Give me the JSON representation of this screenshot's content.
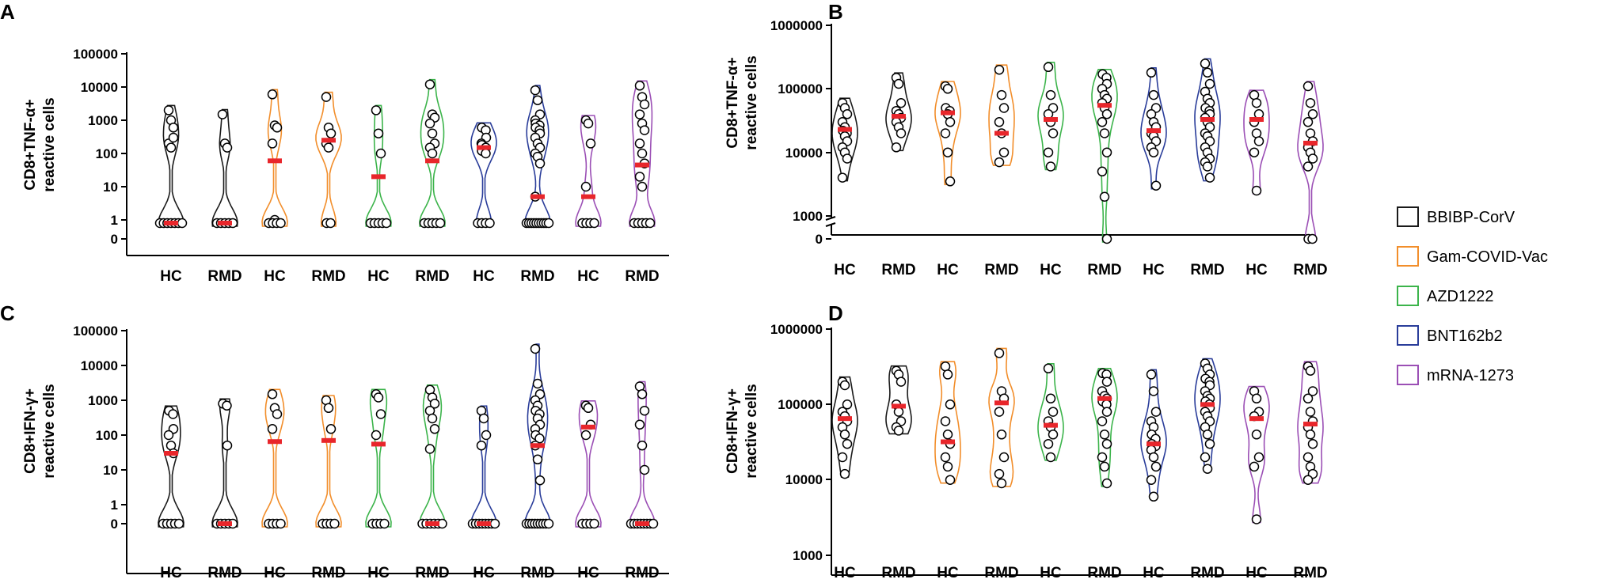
{
  "legend": {
    "items": [
      {
        "label": "BBIBP-CorV",
        "color": "#1a1a1a"
      },
      {
        "label": "Gam-COVID-Vac",
        "color": "#f28e2b"
      },
      {
        "label": "AZD1222",
        "color": "#3cb44b"
      },
      {
        "label": "BNT162b2",
        "color": "#2a3d9a"
      },
      {
        "label": "mRNA-1273",
        "color": "#9b4fb5"
      }
    ]
  },
  "chart_data": [
    {
      "type": "violin",
      "panel": "A",
      "ylabel": "CD8+TNF-α+\nreactive cells",
      "yscale": "log",
      "yticks": [
        "100000",
        "10000",
        "1000",
        "100",
        "10",
        "1",
        "0"
      ],
      "categories": [
        "HC",
        "RMD"
      ],
      "groups": [
        {
          "vaccine": "BBIBP-CorV",
          "HC": {
            "median": 0.1,
            "points": [
              2000,
              1000,
              600,
              200,
              150,
              300,
              0,
              0,
              0,
              0,
              0,
              0,
              0
            ]
          },
          "RMD": {
            "median": 0.1,
            "points": [
              1500,
              200,
              150,
              0,
              0,
              0,
              0,
              0
            ]
          }
        },
        {
          "vaccine": "Gam-COVID-Vac",
          "HC": {
            "median": 60,
            "points": [
              6000,
              700,
              600,
              200,
              1,
              0,
              0,
              0,
              0
            ]
          },
          "RMD": {
            "median": 250,
            "points": [
              5000,
              600,
              400,
              200,
              150,
              0,
              0
            ]
          }
        },
        {
          "vaccine": "AZD1222",
          "HC": {
            "median": 20,
            "points": [
              2000,
              400,
              100,
              0,
              0,
              0,
              0,
              0
            ]
          },
          "RMD": {
            "median": 60,
            "points": [
              12000,
              1500,
              1200,
              800,
              400,
              200,
              150,
              100,
              0,
              0,
              0,
              0,
              0
            ]
          }
        },
        {
          "vaccine": "BNT162b2",
          "HC": {
            "median": 150,
            "points": [
              600,
              500,
              300,
              200,
              180,
              150,
              120,
              100,
              0,
              0,
              0,
              0
            ]
          },
          "RMD": {
            "median": 5,
            "points": [
              8000,
              4000,
              1500,
              1000,
              800,
              700,
              600,
              500,
              400,
              300,
              200,
              150,
              100,
              80,
              50,
              5,
              0,
              0,
              0,
              0,
              0,
              0,
              0,
              0,
              0,
              0
            ]
          }
        },
        {
          "vaccine": "mRNA-1273",
          "HC": {
            "median": 5,
            "points": [
              1000,
              800,
              200,
              10,
              0,
              0,
              0,
              0
            ]
          },
          "RMD": {
            "median": 45,
            "points": [
              11000,
              5000,
              3000,
              1500,
              800,
              500,
              200,
              100,
              50,
              20,
              10,
              0,
              0,
              0,
              0,
              0
            ]
          }
        }
      ]
    },
    {
      "type": "violin",
      "panel": "B",
      "ylabel": "CD8+TNF-α+\nreactive cells",
      "yscale": "log",
      "yticks": [
        "1000000",
        "100000",
        "10000",
        "1000",
        "0"
      ],
      "categories": [
        "HC",
        "RMD"
      ],
      "groups": [
        {
          "vaccine": "BBIBP-CorV",
          "HC": {
            "median": 23000,
            "points": [
              60000,
              50000,
              40000,
              30000,
              25000,
              22000,
              20000,
              18000,
              15000,
              12000,
              10000,
              8000,
              4000
            ]
          },
          "RMD": {
            "median": 37000,
            "points": [
              150000,
              120000,
              60000,
              45000,
              40000,
              35000,
              30000,
              25000,
              20000,
              12000
            ]
          }
        },
        {
          "vaccine": "Gam-COVID-Vac",
          "HC": {
            "median": 42000,
            "points": [
              110000,
              100000,
              50000,
              45000,
              40000,
              30000,
              20000,
              10000,
              3500
            ]
          },
          "RMD": {
            "median": 20000,
            "points": [
              200000,
              80000,
              50000,
              30000,
              20000,
              10000,
              7000
            ]
          }
        },
        {
          "vaccine": "AZD1222",
          "HC": {
            "median": 33000,
            "points": [
              220000,
              80000,
              50000,
              40000,
              30000,
              20000,
              10000,
              6000
            ]
          },
          "RMD": {
            "median": 55000,
            "points": [
              170000,
              150000,
              120000,
              100000,
              80000,
              70000,
              60000,
              50000,
              40000,
              30000,
              20000,
              10000,
              5000,
              2000,
              0
            ]
          }
        },
        {
          "vaccine": "BNT162b2",
          "HC": {
            "median": 22000,
            "points": [
              180000,
              80000,
              50000,
              40000,
              30000,
              25000,
              20000,
              18000,
              15000,
              12000,
              10000,
              3000
            ]
          },
          "RMD": {
            "median": 33000,
            "points": [
              250000,
              180000,
              120000,
              90000,
              70000,
              60000,
              50000,
              45000,
              40000,
              35000,
              30000,
              25000,
              20000,
              18000,
              15000,
              12000,
              10000,
              8000,
              7000,
              6000,
              4000
            ]
          }
        },
        {
          "vaccine": "mRNA-1273",
          "HC": {
            "median": 33000,
            "points": [
              80000,
              60000,
              40000,
              30000,
              20000,
              15000,
              10000,
              2500
            ]
          },
          "RMD": {
            "median": 14000,
            "points": [
              110000,
              60000,
              40000,
              30000,
              20000,
              15000,
              12000,
              10000,
              8000,
              6000,
              0,
              0
            ]
          }
        }
      ]
    },
    {
      "type": "violin",
      "panel": "C",
      "ylabel": "CD8+IFN-γ+\nreactive cells",
      "yscale": "log",
      "yticks": [
        "100000",
        "10000",
        "1000",
        "100",
        "10",
        "1",
        "0"
      ],
      "categories": [
        "HC",
        "RMD"
      ],
      "groups": [
        {
          "vaccine": "BBIBP-CorV",
          "HC": {
            "median": 30,
            "points": [
              500,
              400,
              150,
              100,
              50,
              30,
              0,
              0,
              0,
              0,
              0
            ]
          },
          "RMD": {
            "median": 0.1,
            "points": [
              800,
              700,
              50,
              0,
              0,
              0,
              0,
              0
            ]
          }
        },
        {
          "vaccine": "Gam-COVID-Vac",
          "HC": {
            "median": 65,
            "points": [
              1500,
              600,
              400,
              150,
              0,
              0,
              0,
              0
            ]
          },
          "RMD": {
            "median": 70,
            "points": [
              1000,
              600,
              150,
              0,
              0,
              0,
              0
            ]
          }
        },
        {
          "vaccine": "AZD1222",
          "HC": {
            "median": 55,
            "points": [
              1500,
              1200,
              400,
              100,
              0,
              0,
              0,
              0
            ]
          },
          "RMD": {
            "median": 0.1,
            "points": [
              2000,
              1200,
              800,
              500,
              300,
              150,
              40,
              0,
              0,
              0,
              0,
              0,
              0
            ]
          }
        },
        {
          "vaccine": "BNT162b2",
          "HC": {
            "median": 0.1,
            "points": [
              500,
              300,
              100,
              50,
              0,
              0,
              0,
              0,
              0,
              0,
              0,
              0
            ]
          },
          "RMD": {
            "median": 50,
            "points": [
              30000,
              3000,
              1500,
              1000,
              700,
              500,
              400,
              300,
              200,
              150,
              100,
              80,
              50,
              20,
              5,
              0,
              0,
              0,
              0,
              0,
              0,
              0,
              0,
              0
            ]
          }
        },
        {
          "vaccine": "mRNA-1273",
          "HC": {
            "median": 170,
            "points": [
              700,
              600,
              200,
              100,
              0,
              0,
              0,
              0
            ]
          },
          "RMD": {
            "median": 0.1,
            "points": [
              2500,
              1500,
              500,
              200,
              50,
              10,
              0,
              0,
              0,
              0,
              0,
              0,
              0,
              0
            ]
          }
        }
      ]
    },
    {
      "type": "violin",
      "panel": "D",
      "ylabel": "CD8+IFN-γ+\nreactive cells",
      "yscale": "log",
      "yticks": [
        "1000000",
        "100000",
        "10000",
        "1000"
      ],
      "categories": [
        "HC",
        "RMD"
      ],
      "groups": [
        {
          "vaccine": "BBIBP-CorV",
          "HC": {
            "median": 65000,
            "points": [
              200000,
              180000,
              100000,
              80000,
              70000,
              60000,
              50000,
              40000,
              30000,
              20000,
              12000
            ]
          },
          "RMD": {
            "median": 95000,
            "points": [
              280000,
              250000,
              200000,
              100000,
              80000,
              60000,
              50000,
              45000
            ]
          }
        },
        {
          "vaccine": "Gam-COVID-Vac",
          "HC": {
            "median": 32000,
            "points": [
              320000,
              250000,
              100000,
              60000,
              40000,
              30000,
              20000,
              15000,
              10000
            ]
          },
          "RMD": {
            "median": 105000,
            "points": [
              480000,
              150000,
              120000,
              80000,
              40000,
              20000,
              12000,
              9000
            ]
          }
        },
        {
          "vaccine": "AZD1222",
          "HC": {
            "median": 53000,
            "points": [
              300000,
              120000,
              80000,
              60000,
              50000,
              40000,
              30000,
              20000
            ]
          },
          "RMD": {
            "median": 120000,
            "points": [
              260000,
              250000,
              200000,
              150000,
              130000,
              120000,
              110000,
              100000,
              80000,
              60000,
              40000,
              30000,
              20000,
              15000,
              9000
            ]
          }
        },
        {
          "vaccine": "BNT162b2",
          "HC": {
            "median": 30000,
            "points": [
              250000,
              150000,
              80000,
              60000,
              50000,
              40000,
              35000,
              30000,
              28000,
              25000,
              20000,
              15000,
              10000,
              6000
            ]
          },
          "RMD": {
            "median": 100000,
            "points": [
              350000,
              300000,
              250000,
              220000,
              200000,
              180000,
              150000,
              130000,
              120000,
              110000,
              100000,
              90000,
              80000,
              70000,
              60000,
              50000,
              40000,
              30000,
              20000,
              14000
            ]
          }
        },
        {
          "vaccine": "mRNA-1273",
          "HC": {
            "median": 65000,
            "points": [
              150000,
              120000,
              80000,
              70000,
              40000,
              20000,
              15000,
              3000
            ]
          },
          "RMD": {
            "median": 55000,
            "points": [
              320000,
              280000,
              150000,
              120000,
              80000,
              60000,
              50000,
              40000,
              30000,
              20000,
              15000,
              12000,
              10000
            ]
          }
        }
      ]
    }
  ]
}
